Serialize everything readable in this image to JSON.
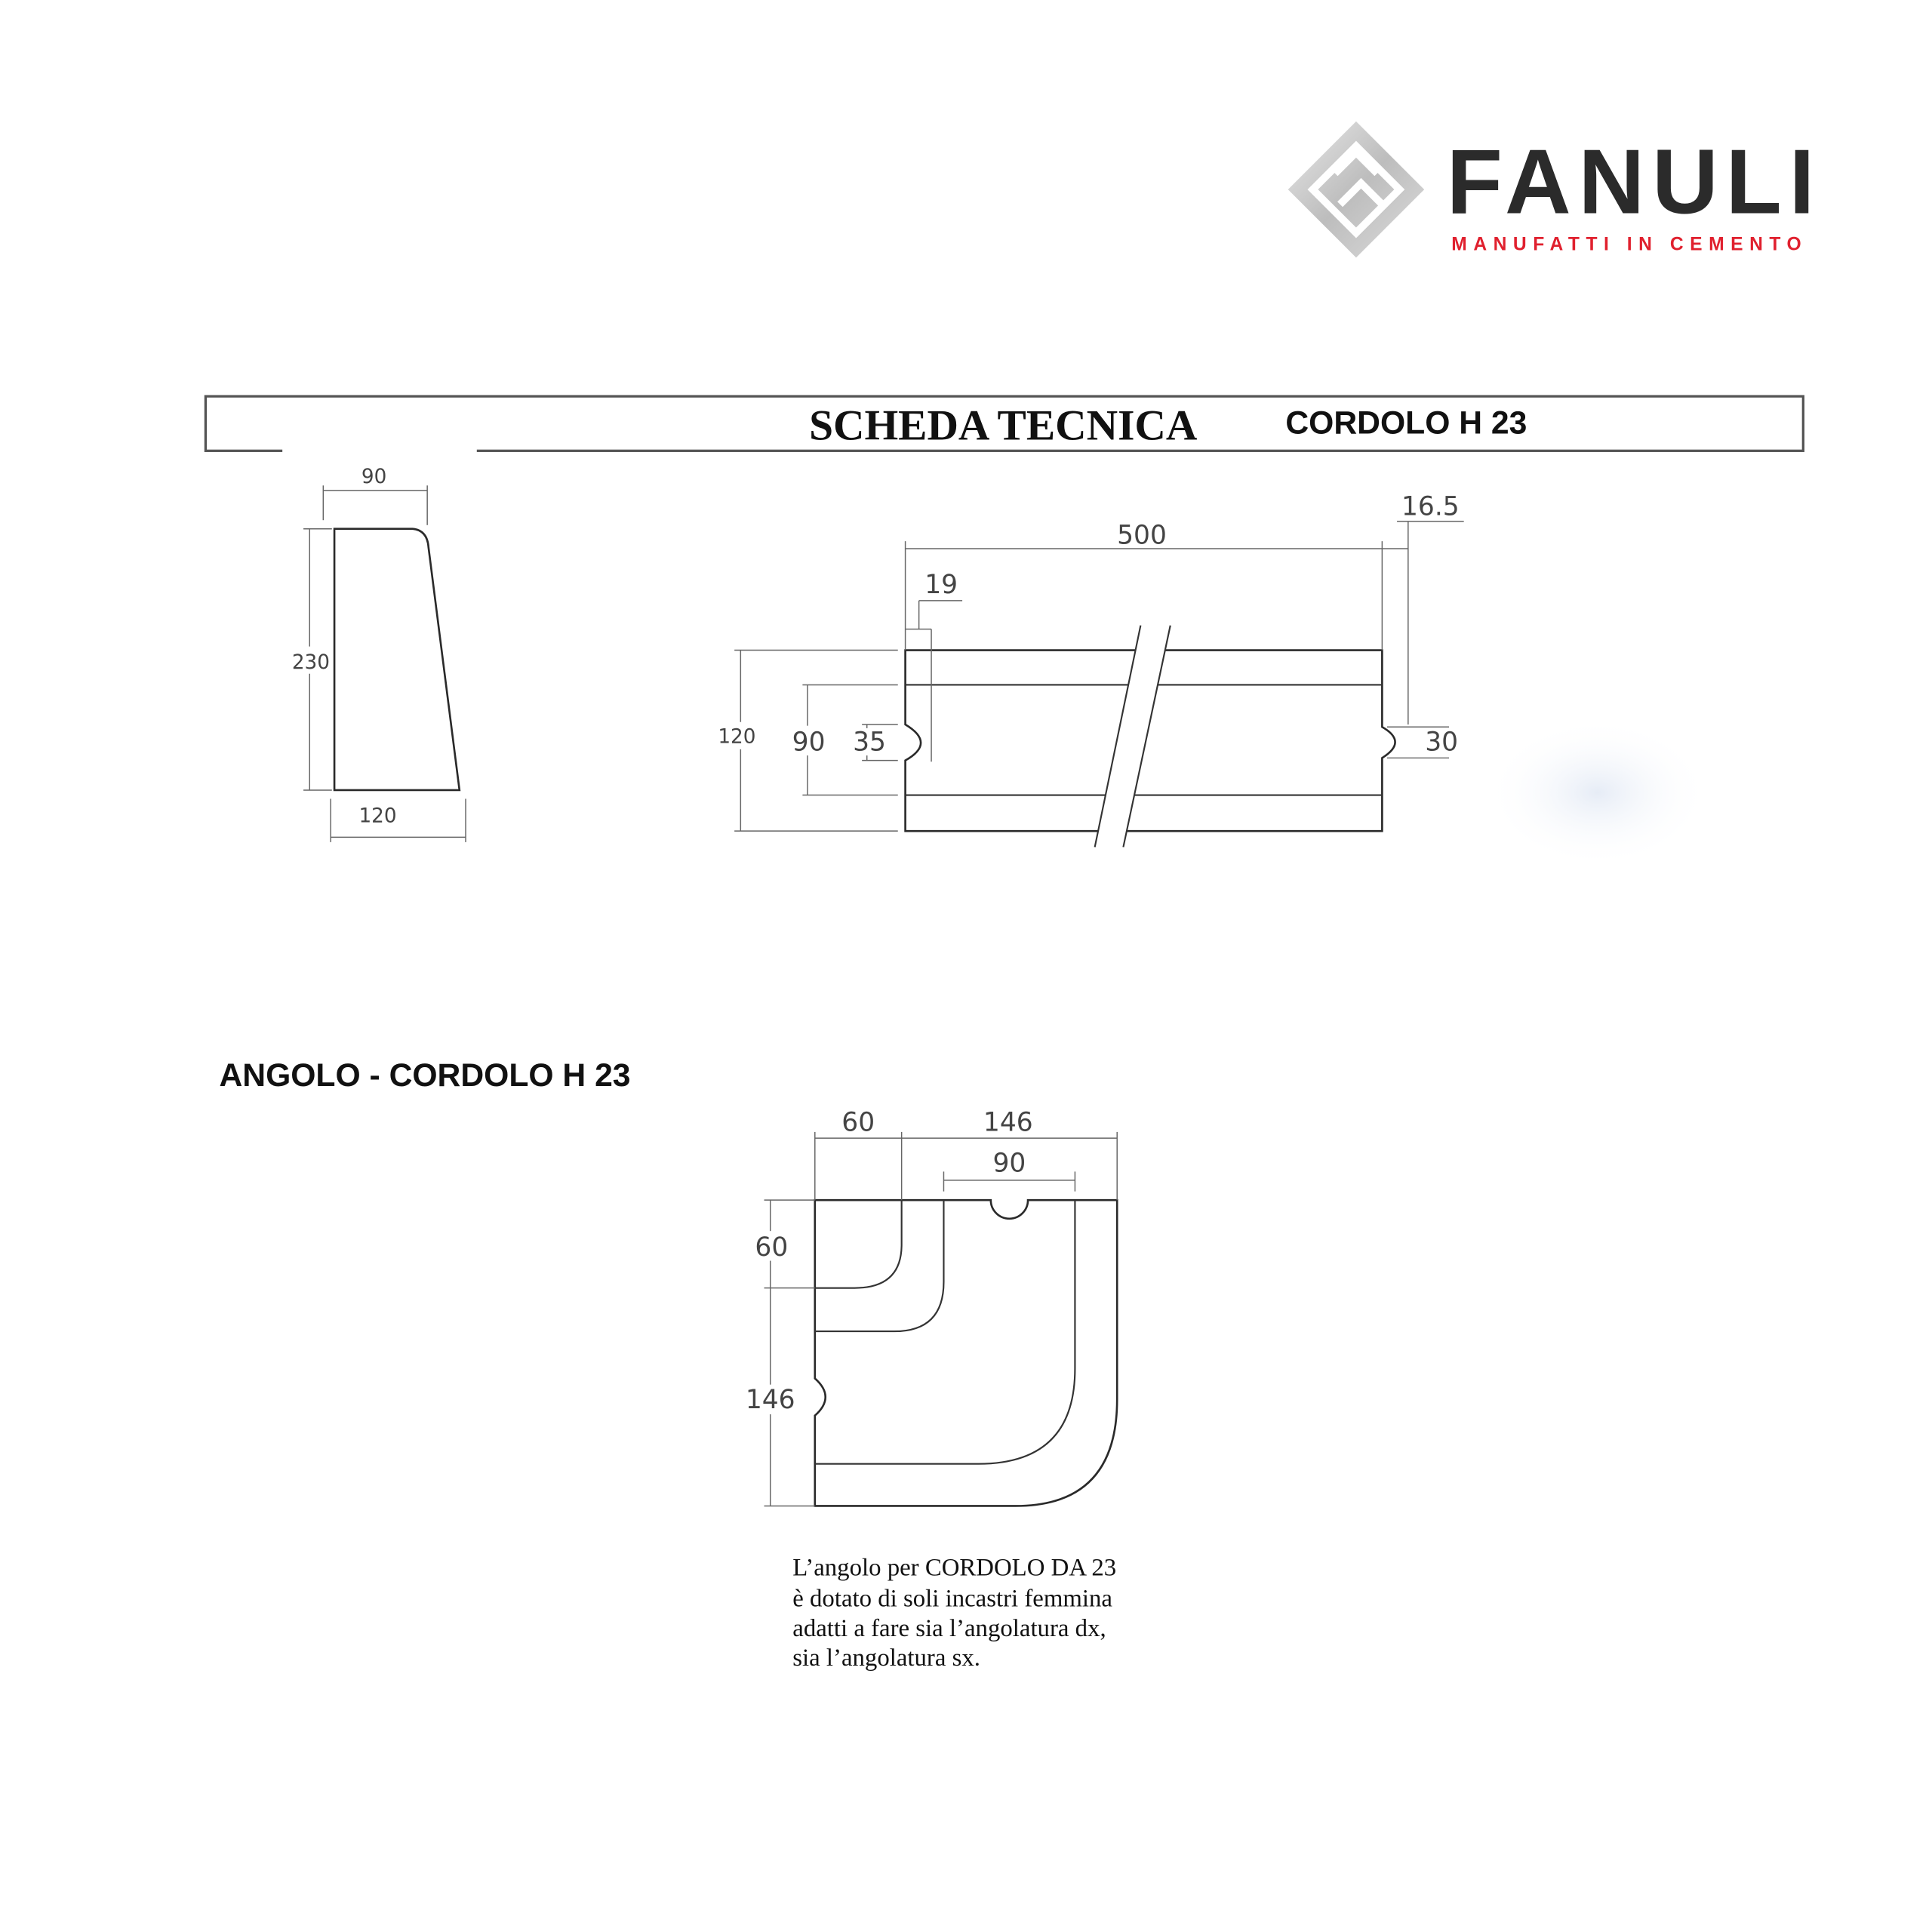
{
  "logo": {
    "brand": "FANULI",
    "tagline": "MANUFATTI IN CEMENTO",
    "brand_color": "#2b2b2b",
    "tagline_color": "#e0202e"
  },
  "header": {
    "title": "SCHEDA TECNICA",
    "product": "CORDOLO H 23"
  },
  "profile_view": {
    "top_width": "90",
    "height": "230",
    "base_width": "120"
  },
  "side_view": {
    "length": "500",
    "offset_right": "16.5",
    "offset_left": "19",
    "height": "120",
    "inner_height": "90",
    "female_joint": "35",
    "male_joint": "30"
  },
  "corner": {
    "title": "ANGOLO - CORDOLO H 23",
    "dims": {
      "top_left": "60",
      "top_right": "146",
      "top_inner": "90",
      "left_top": "60",
      "left_bottom": "146"
    },
    "caption": [
      "L’angolo per CORDOLO DA 23",
      "è dotato di soli incastri femmina",
      "adatti a fare sia l’angolatura dx,",
      "sia l’angolatura sx."
    ]
  }
}
